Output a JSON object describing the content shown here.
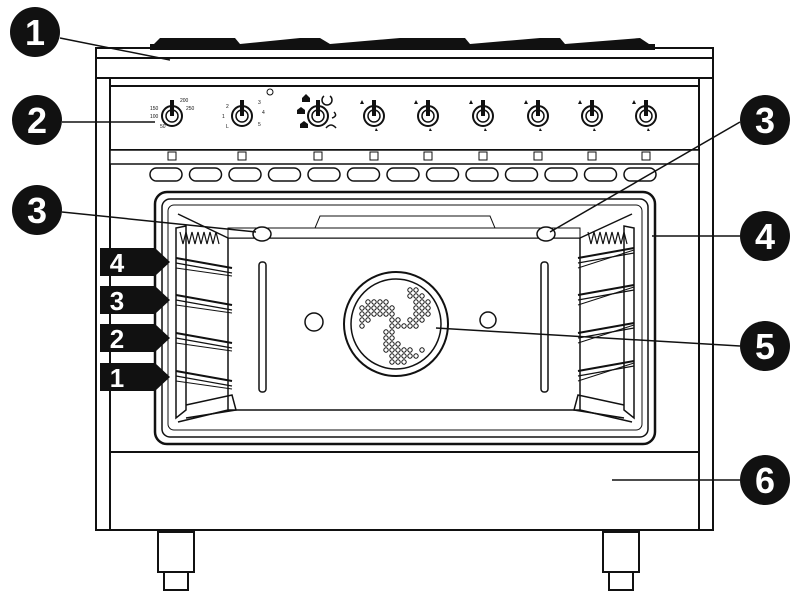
{
  "callouts": [
    {
      "label": "1",
      "target": "hob"
    },
    {
      "label": "2",
      "target": "control-panel"
    },
    {
      "label": "3",
      "target": "oven-light"
    },
    {
      "label": "4",
      "target": "oven-cavity"
    },
    {
      "label": "5",
      "target": "rear-fan"
    },
    {
      "label": "6",
      "target": "storage-drawer"
    }
  ],
  "shelf_levels": [
    "4",
    "3",
    "2",
    "1"
  ],
  "thermostat_scale": [
    "50",
    "100",
    "150",
    "200",
    "250"
  ],
  "grill_scale": [
    "L",
    "1",
    "2",
    "3",
    "4",
    "5"
  ],
  "colors": {
    "line": "#111111",
    "fill": "#ffffff",
    "callout": "#111111",
    "callout_text": "#ffffff",
    "fan_dots": "#111111"
  }
}
